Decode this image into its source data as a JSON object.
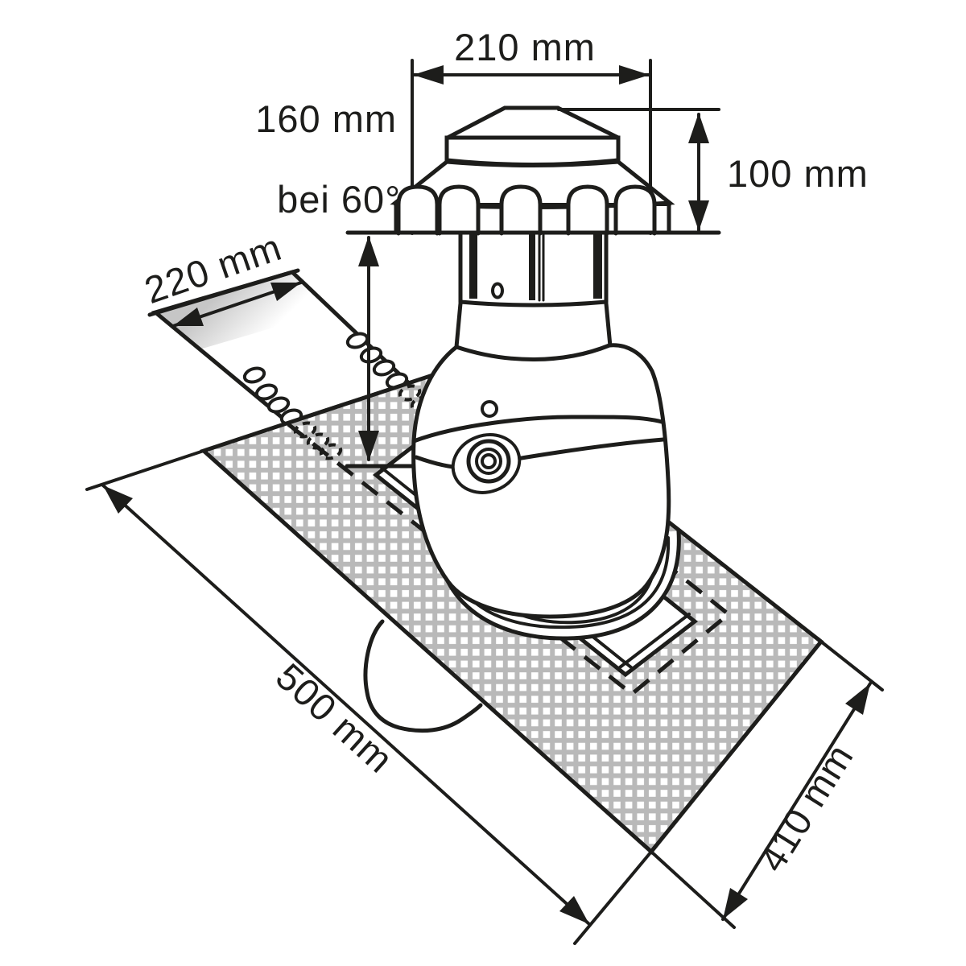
{
  "drawing": {
    "kind": "technical dimension drawing of a roof vent cap with base plate and membrane strip",
    "labels": {
      "cap_width": "210 mm",
      "roof_clearance": "160 mm",
      "roof_clearance_qualifier": "bei 60°",
      "cap_height": "100 mm",
      "strip_width": "220 mm",
      "plate_length": "500 mm",
      "plate_width": "410 mm"
    },
    "colors": {
      "line": "#1d1d1b",
      "hatch_gray": "#b9b9b9",
      "strip_shade_gray": "#c6c6c6",
      "background": "#ffffff"
    }
  }
}
